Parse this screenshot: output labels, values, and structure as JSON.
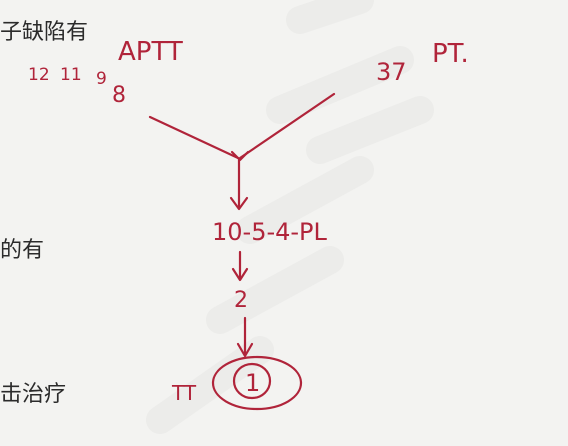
{
  "slide_text": {
    "line1": "子缺陷有",
    "line2": "的有",
    "line3": "击治疗"
  },
  "diagram": {
    "aptt_label": "APTT",
    "aptt_factors": [
      "12",
      "11",
      "9",
      "8"
    ],
    "pt_label": "PT.",
    "pt_factors": "37",
    "common_pathway": "10-5-4-PL",
    "factor_2": "2",
    "factor_1": "1",
    "factor_13": "TT"
  },
  "colors": {
    "ink": "#b0243a",
    "background": "#f3f3f1",
    "text": "#2b2b2b"
  }
}
